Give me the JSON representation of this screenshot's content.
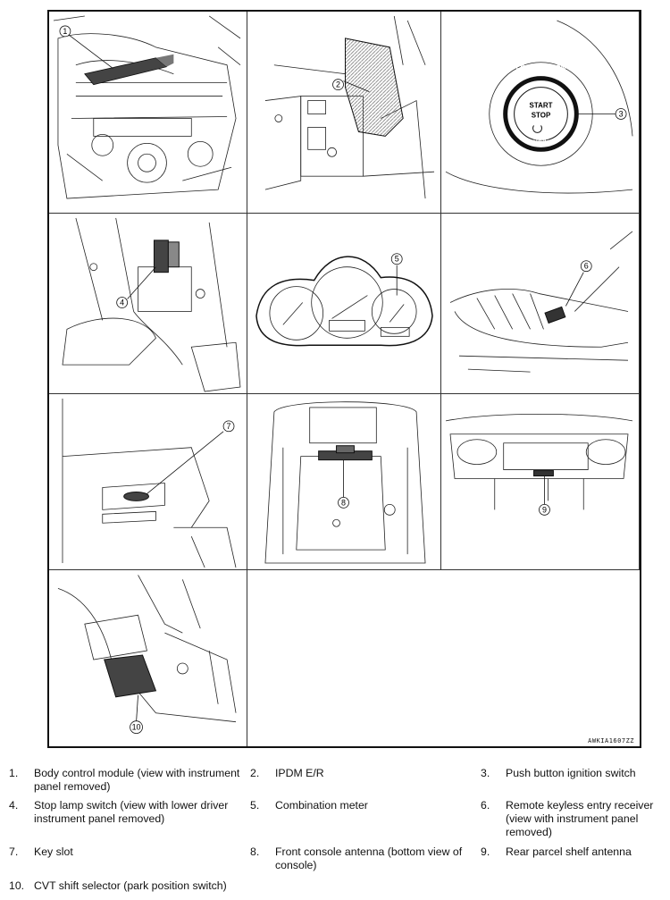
{
  "reference_code": "AWKIA1607ZZ",
  "panels": [
    {
      "callout": "1"
    },
    {
      "callout": "2"
    },
    {
      "callout": "3"
    },
    {
      "callout": "4"
    },
    {
      "callout": "5"
    },
    {
      "callout": "6"
    },
    {
      "callout": "7"
    },
    {
      "callout": "8"
    },
    {
      "callout": "9"
    },
    {
      "callout": "10"
    }
  ],
  "ignition": {
    "ring": "LOCK ACC ON",
    "start": "START",
    "stop": "STOP",
    "engine": "ENGINE"
  },
  "legend": [
    {
      "num": "1.",
      "text": "Body control module (view with instrument panel removed)"
    },
    {
      "num": "2.",
      "text": "IPDM E/R"
    },
    {
      "num": "3.",
      "text": "Push button ignition switch"
    },
    {
      "num": "4.",
      "text": "Stop lamp switch (view with lower driver instrument panel removed)"
    },
    {
      "num": "5.",
      "text": "Combination meter"
    },
    {
      "num": "6.",
      "text": "Remote keyless entry receiver (view with instrument panel removed)"
    },
    {
      "num": "7.",
      "text": "Key slot"
    },
    {
      "num": "8.",
      "text": "Front console antenna (bottom view of console)"
    },
    {
      "num": "9.",
      "text": "Rear parcel shelf antenna"
    },
    {
      "num": "10.",
      "text": "CVT shift selector (park position switch)"
    }
  ]
}
